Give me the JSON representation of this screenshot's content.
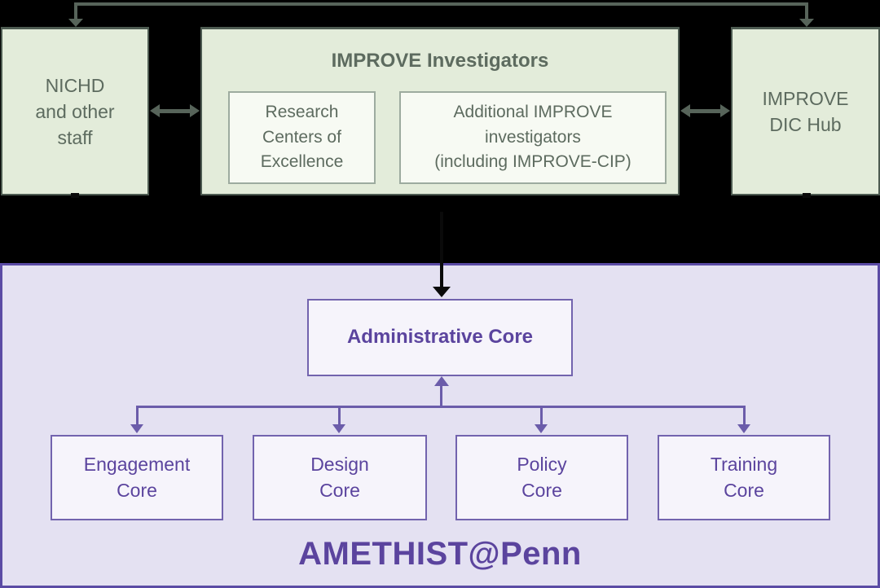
{
  "colors": {
    "bg": "#000000",
    "green_box_fill": "#e3ecda",
    "green_box_border": "#4d5b51",
    "green_inner_fill": "#f7faf3",
    "green_inner_border": "#9dab9f",
    "green_text": "#5d6b5f",
    "green_arrow": "#57645a",
    "panel_fill": "#e4e1f2",
    "panel_border": "#5b4ba5",
    "purple_box_fill": "#f6f4fb",
    "purple_box_border": "#7263ae",
    "purple_text": "#5b449e",
    "purple_arrow": "#6b5caa",
    "black_arrow": "#0a0a0a"
  },
  "top": {
    "nichd_label": "NICHD\nand other\nstaff",
    "investigators_title": "IMPROVE Investigators",
    "research_label": "Research\nCenters of\nExcellence",
    "additional_label": "Additional IMPROVE\ninvestigators\n(including IMPROVE-CIP)",
    "dic_hub_label": "IMPROVE\nDIC Hub"
  },
  "bottom": {
    "admin_label": "Administrative Core",
    "cores": [
      {
        "label": "Engagement\nCore"
      },
      {
        "label": "Design\nCore"
      },
      {
        "label": "Policy\nCore"
      },
      {
        "label": "Training\nCore"
      }
    ],
    "footer": "AMETHIST@Penn"
  }
}
